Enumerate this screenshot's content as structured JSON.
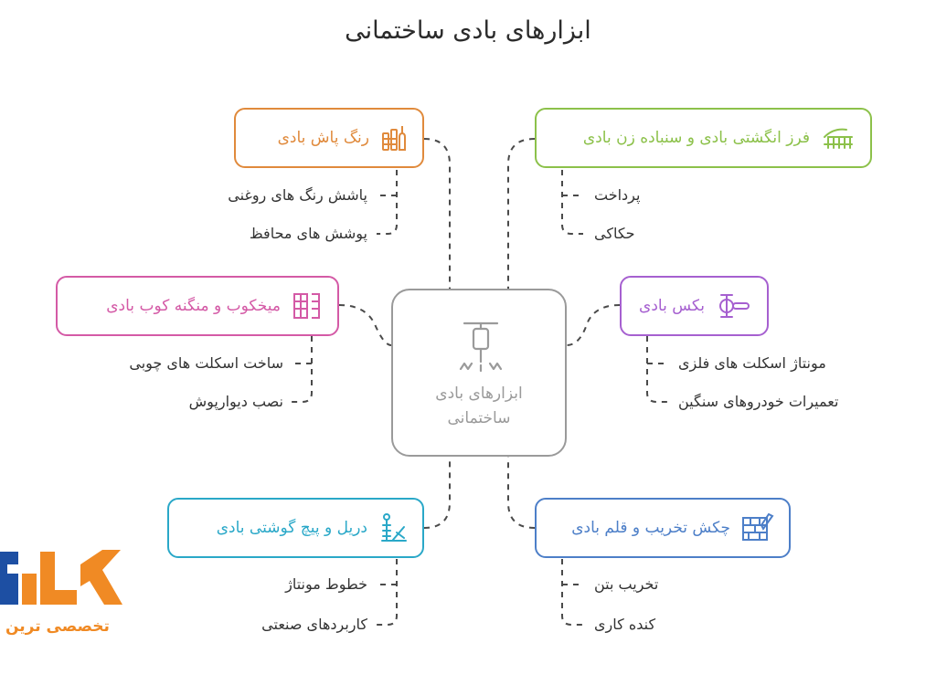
{
  "title": "ابزارهای بادی ساختمانی",
  "center": {
    "line1": "ابزارهای بادی",
    "line2": "ساختمانی",
    "icon": "jackhammer-icon",
    "color": "#9a9a9a"
  },
  "nodes": [
    {
      "id": "paint",
      "label": "رنگ پاش بادی",
      "icon": "paint-brush-icon",
      "color": "#e08a3c",
      "items": [
        "پاشش رنگ های روغنی",
        "پوشش های محافظ"
      ]
    },
    {
      "id": "sander",
      "label": "فرز انگشتی بادی و سنباده زن بادی",
      "icon": "hand-comb-icon",
      "color": "#8cc14a",
      "items": [
        "پرداخت",
        "حکاکی"
      ]
    },
    {
      "id": "nailer",
      "label": "میخکوب و منگنه کوب بادی",
      "icon": "frame-icon",
      "color": "#d45aa6",
      "items": [
        "ساخت اسکلت های چوبی",
        "نصب دیوارپوش"
      ]
    },
    {
      "id": "wrench",
      "label": "بکس بادی",
      "icon": "pipe-wrench-icon",
      "color": "#a660d0",
      "items": [
        "مونتاژ اسکلت های فلزی",
        "تعمیرات خودروهای سنگین"
      ]
    },
    {
      "id": "drill",
      "label": "دریل و پیچ گوشتی بادی",
      "icon": "drill-icon",
      "color": "#2aa8c8",
      "items": [
        "خطوط مونتاژ",
        "کاربردهای صنعتی"
      ]
    },
    {
      "id": "hammer",
      "label": "چکش تخریب و قلم بادی",
      "icon": "brick-wall-icon",
      "color": "#4d7fc8",
      "items": [
        "تخریب بتن",
        "کنده کاری"
      ]
    }
  ],
  "logo": {
    "text": "تخصصی ترین",
    "mark": "کالا",
    "colors": [
      "#1d4fa3",
      "#f08a24"
    ]
  }
}
